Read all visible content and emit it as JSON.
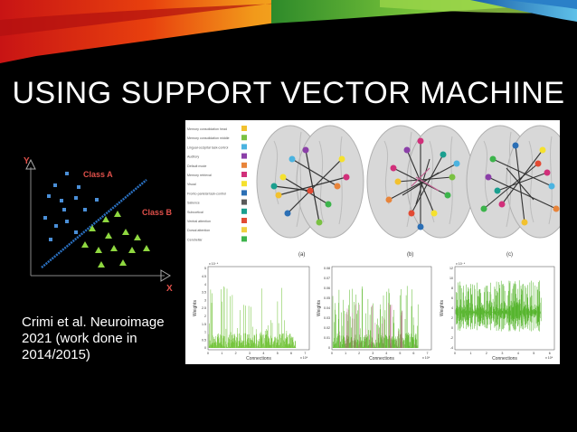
{
  "slide": {
    "title": "USING SUPPORT VECTOR MACHINE",
    "citation": "Crimi et al. Neuroimage 2021 (work done in 2014/2015)"
  },
  "svm_diagram": {
    "y_axis_label": "Y",
    "x_axis_label": "X",
    "class_a_label": "Class A",
    "class_b_label": "Class B",
    "class_a_color": "#4a8fd8",
    "class_b_color": "#8fd840",
    "label_color": "#e0504a"
  },
  "figure": {
    "legend_items": [
      "Memory consolidation head",
      "Memory consolidation middle",
      "Lingual-occipital task-control",
      "Auditory",
      "Default mode",
      "Memory retrieval",
      "Visual",
      "Fronto-parietal task-control",
      "Salience",
      "Subcortical",
      "Ventral attention",
      "Dorsal attention",
      "Cerebellar"
    ],
    "legend_colors": [
      "#f2c12e",
      "#7ac142",
      "#4bb3e0",
      "#8b3fa8",
      "#e8843a",
      "#d12f7a",
      "#f5e12e",
      "#2b6fb5",
      "#5a5a5a",
      "#1a9f8f",
      "#e24a33",
      "#f0d040",
      "#3cb44b"
    ],
    "brain_labels": [
      "(a)",
      "(b)",
      "(c)"
    ],
    "plots": [
      {
        "exponent": "x 10⁻⁴",
        "y_ticks": [
          "5",
          "4.5",
          "4",
          "3.5",
          "3",
          "2.5",
          "2",
          "1.5",
          "1",
          "0.5",
          "0"
        ],
        "ylabel": "Weights",
        "xlabel": "Connections",
        "x_ticks": [
          "0",
          "1",
          "2",
          "3",
          "4",
          "5",
          "6",
          "7"
        ],
        "x_exp": "x 10⁴"
      },
      {
        "exponent": "",
        "y_ticks": [
          "0.08",
          "0.07",
          "0.06",
          "0.05",
          "0.04",
          "0.03",
          "0.02",
          "0.01",
          "0"
        ],
        "ylabel": "Weights",
        "xlabel": "Connections",
        "x_ticks": [
          "0",
          "1",
          "2",
          "3",
          "4",
          "5",
          "6",
          "7"
        ],
        "x_exp": "x 10⁴"
      },
      {
        "exponent": "x 10⁻⁴",
        "y_ticks": [
          "12",
          "10",
          "8",
          "6",
          "4",
          "2",
          "0",
          "-2",
          "-4"
        ],
        "ylabel": "Weights",
        "xlabel": "Connections",
        "x_ticks": [
          "0",
          "1",
          "2",
          "3",
          "4",
          "5",
          "6"
        ],
        "x_exp": "x 10⁴"
      }
    ]
  }
}
